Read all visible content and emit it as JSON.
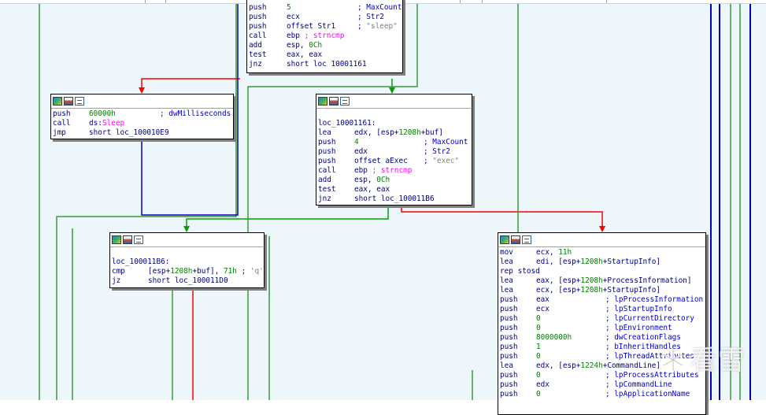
{
  "graph": {
    "nodes": [
      {
        "id": "node-strncmp-sleep",
        "lines": [
          {
            "m": "push",
            "ops": [
              {
                "t": "5",
                "c": "num"
              }
            ],
            "cmt": [
              {
                "t": "; MaxCount",
                "c": "cm"
              }
            ]
          },
          {
            "m": "push",
            "ops": [
              {
                "t": "ecx",
                "c": "mn"
              }
            ],
            "cmt": [
              {
                "t": "; Str2",
                "c": "cm"
              }
            ]
          },
          {
            "m": "push",
            "ops": [
              {
                "t": "offset Str1",
                "c": "mn"
              }
            ],
            "cmt": [
              {
                "t": "; ",
                "c": "cm"
              },
              {
                "t": "\"sleep\"",
                "c": "str"
              }
            ]
          },
          {
            "m": "call",
            "ops": [
              {
                "t": "ebp ",
                "c": "mn"
              },
              {
                "t": "; strncmp",
                "c": "fn"
              }
            ],
            "cmt": []
          },
          {
            "m": "add",
            "ops": [
              {
                "t": "esp, ",
                "c": "mn"
              },
              {
                "t": "0Ch",
                "c": "num"
              }
            ],
            "cmt": []
          },
          {
            "m": "test",
            "ops": [
              {
                "t": "eax, eax",
                "c": "mn"
              }
            ],
            "cmt": []
          },
          {
            "m": "jnz",
            "ops": [
              {
                "t": "short loc 10001161",
                "c": "mn"
              }
            ],
            "cmt": []
          }
        ]
      },
      {
        "id": "node-sleep",
        "lines": [
          {
            "m": "push",
            "ops": [
              {
                "t": "60000h",
                "c": "num"
              }
            ],
            "cmt": [
              {
                "t": "; dwMilliseconds",
                "c": "cm"
              }
            ]
          },
          {
            "m": "call",
            "ops": [
              {
                "t": "ds:",
                "c": "mn"
              },
              {
                "t": "Sleep",
                "c": "fn"
              }
            ],
            "cmt": []
          },
          {
            "m": "jmp",
            "ops": [
              {
                "t": "short loc_100010E9",
                "c": "mn"
              }
            ],
            "cmt": []
          }
        ]
      },
      {
        "id": "node-exec",
        "lines": [
          {
            "m": "",
            "ops": [],
            "cmt": []
          },
          {
            "m": "loc_10001161:",
            "ops": [],
            "cmt": []
          },
          {
            "m": "lea",
            "ops": [
              {
                "t": "edx, [esp+",
                "c": "mn"
              },
              {
                "t": "1208h",
                "c": "num"
              },
              {
                "t": "+buf]",
                "c": "mn"
              }
            ],
            "cmt": []
          },
          {
            "m": "push",
            "ops": [
              {
                "t": "4",
                "c": "num"
              }
            ],
            "cmt": [
              {
                "t": "; MaxCount",
                "c": "cm"
              }
            ]
          },
          {
            "m": "push",
            "ops": [
              {
                "t": "edx",
                "c": "mn"
              }
            ],
            "cmt": [
              {
                "t": "; Str2",
                "c": "cm"
              }
            ]
          },
          {
            "m": "push",
            "ops": [
              {
                "t": "offset aExec",
                "c": "mn"
              }
            ],
            "cmt": [
              {
                "t": "; ",
                "c": "cm"
              },
              {
                "t": "\"exec\"",
                "c": "str"
              }
            ]
          },
          {
            "m": "call",
            "ops": [
              {
                "t": "ebp ",
                "c": "mn"
              },
              {
                "t": "; strncmp",
                "c": "fn"
              }
            ],
            "cmt": []
          },
          {
            "m": "add",
            "ops": [
              {
                "t": "esp, ",
                "c": "mn"
              },
              {
                "t": "0Ch",
                "c": "num"
              }
            ],
            "cmt": []
          },
          {
            "m": "test",
            "ops": [
              {
                "t": "eax, eax",
                "c": "mn"
              }
            ],
            "cmt": []
          },
          {
            "m": "jnz",
            "ops": [
              {
                "t": "short loc_100011B6",
                "c": "mn"
              }
            ],
            "cmt": []
          }
        ]
      },
      {
        "id": "node-quit-check",
        "lines": [
          {
            "m": "",
            "ops": [],
            "cmt": []
          },
          {
            "m": "loc_100011B6:",
            "ops": [],
            "cmt": []
          },
          {
            "m": "cmp",
            "ops": [
              {
                "t": "[esp+",
                "c": "mn"
              },
              {
                "t": "1208h",
                "c": "num"
              },
              {
                "t": "+buf], ",
                "c": "mn"
              },
              {
                "t": "71h",
                "c": "num"
              },
              {
                "t": " ; ",
                "c": "cm"
              },
              {
                "t": "'q'",
                "c": "str"
              }
            ],
            "cmt": []
          },
          {
            "m": "jz",
            "ops": [
              {
                "t": "short loc_100011D0",
                "c": "mn"
              }
            ],
            "cmt": []
          }
        ]
      },
      {
        "id": "node-createprocess",
        "lines": [
          {
            "m": "mov",
            "ops": [
              {
                "t": "ecx, ",
                "c": "mn"
              },
              {
                "t": "11h",
                "c": "num"
              }
            ],
            "cmt": []
          },
          {
            "m": "lea",
            "ops": [
              {
                "t": "edi, [esp+",
                "c": "mn"
              },
              {
                "t": "1208h",
                "c": "num"
              },
              {
                "t": "+StartupInfo]",
                "c": "mn"
              }
            ],
            "cmt": []
          },
          {
            "m": "rep stosd",
            "ops": [],
            "cmt": []
          },
          {
            "m": "lea",
            "ops": [
              {
                "t": "eax, [esp+",
                "c": "mn"
              },
              {
                "t": "1208h",
                "c": "num"
              },
              {
                "t": "+ProcessInformation]",
                "c": "mn"
              }
            ],
            "cmt": []
          },
          {
            "m": "lea",
            "ops": [
              {
                "t": "ecx, [esp+",
                "c": "mn"
              },
              {
                "t": "1208h",
                "c": "num"
              },
              {
                "t": "+StartupInfo]",
                "c": "mn"
              }
            ],
            "cmt": []
          },
          {
            "m": "push",
            "ops": [
              {
                "t": "eax",
                "c": "mn"
              }
            ],
            "cmt": [
              {
                "t": "; lpProcessInformation",
                "c": "cm"
              }
            ]
          },
          {
            "m": "push",
            "ops": [
              {
                "t": "ecx",
                "c": "mn"
              }
            ],
            "cmt": [
              {
                "t": "; lpStartupInfo",
                "c": "cm"
              }
            ]
          },
          {
            "m": "push",
            "ops": [
              {
                "t": "0",
                "c": "num"
              }
            ],
            "cmt": [
              {
                "t": "; lpCurrentDirectory",
                "c": "cm"
              }
            ]
          },
          {
            "m": "push",
            "ops": [
              {
                "t": "0",
                "c": "num"
              }
            ],
            "cmt": [
              {
                "t": "; lpEnvironment",
                "c": "cm"
              }
            ]
          },
          {
            "m": "push",
            "ops": [
              {
                "t": "8000000h",
                "c": "num"
              }
            ],
            "cmt": [
              {
                "t": "; dwCreationFlags",
                "c": "cm"
              }
            ]
          },
          {
            "m": "push",
            "ops": [
              {
                "t": "1",
                "c": "num"
              }
            ],
            "cmt": [
              {
                "t": "; bInheritHandles",
                "c": "cm"
              }
            ]
          },
          {
            "m": "push",
            "ops": [
              {
                "t": "0",
                "c": "num"
              }
            ],
            "cmt": [
              {
                "t": "; lpThreadAttributes",
                "c": "cm"
              }
            ]
          },
          {
            "m": "lea",
            "ops": [
              {
                "t": "edx, [esp+",
                "c": "mn"
              },
              {
                "t": "1224h",
                "c": "num"
              },
              {
                "t": "+CommandLine]",
                "c": "mn"
              }
            ],
            "cmt": []
          },
          {
            "m": "push",
            "ops": [
              {
                "t": "0",
                "c": "num"
              }
            ],
            "cmt": [
              {
                "t": "; lpProcessAttributes",
                "c": "cm"
              }
            ]
          },
          {
            "m": "push",
            "ops": [
              {
                "t": "edx",
                "c": "mn"
              }
            ],
            "cmt": [
              {
                "t": "; lpCommandLine",
                "c": "cm"
              }
            ]
          },
          {
            "m": "push",
            "ops": [
              {
                "t": "0",
                "c": "num"
              }
            ],
            "cmt": [
              {
                "t": "; lpApplicationName",
                "c": "cm"
              }
            ]
          }
        ]
      }
    ],
    "edge_colors": {
      "taken": "#00a000",
      "not_taken": "#ff0000",
      "jump": "#0000c0",
      "flow": "#3a9a3a"
    }
  },
  "watermark": {
    "text": "看雪"
  }
}
